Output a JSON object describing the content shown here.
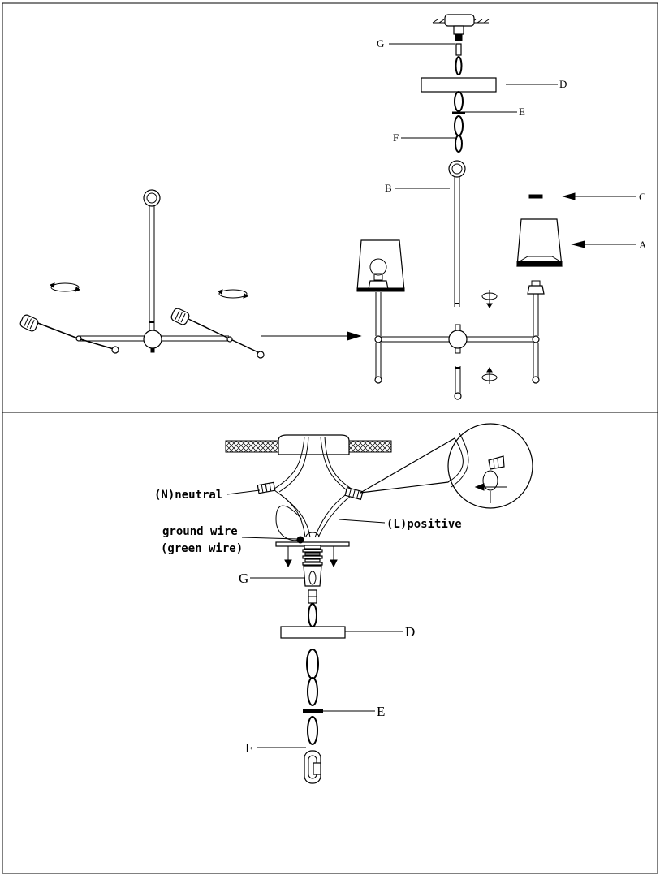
{
  "top_panel": {
    "labels": {
      "g": "G",
      "d": "D",
      "e": "E",
      "f": "F",
      "b": "B",
      "c": "C",
      "a": "A"
    }
  },
  "bottom_panel": {
    "labels": {
      "neutral": "(N)neutral",
      "positive": "(L)positive",
      "ground_line1": "ground wire",
      "ground_line2": "(green wire)",
      "g": "G",
      "d": "D",
      "e": "E",
      "f": "F"
    }
  }
}
